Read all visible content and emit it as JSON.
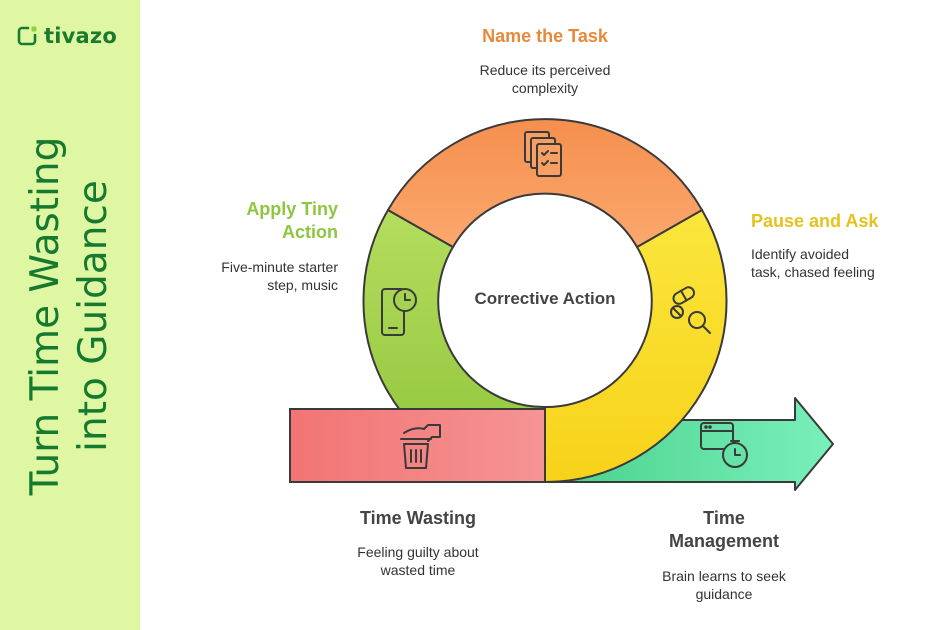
{
  "brand": {
    "name": "tivazo"
  },
  "title": {
    "line1": "Turn Time Wasting",
    "line2": "into Guidance"
  },
  "center": {
    "label": "Corrective Action"
  },
  "steps": {
    "name_task": {
      "title": "Name the Task",
      "desc1": "Reduce its perceived",
      "desc2": "complexity",
      "color": "#e8883a"
    },
    "pause_ask": {
      "title": "Pause and Ask",
      "desc1": "Identify avoided",
      "desc2": "task, chased feeling",
      "color": "#e6c21e"
    },
    "apply_action": {
      "title1": "Apply Tiny",
      "title2": "Action",
      "desc1": "Five-minute starter",
      "desc2": "step, music",
      "color": "#8dc63f"
    }
  },
  "states": {
    "time_wasting": {
      "title": "Time Wasting",
      "desc1": "Feeling guilty about",
      "desc2": "wasted time"
    },
    "time_management": {
      "title1": "Time",
      "title2": "Management",
      "desc1": "Brain learns to seek",
      "desc2": "guidance"
    }
  },
  "colors": {
    "sidebar": "#dff7a3",
    "title": "#157a2f",
    "orange": "#f79a59",
    "yellow": "#fbe22d",
    "green": "#a8d64f",
    "red_bar": "#f07a7a",
    "green_arrow": "#5fe0a0"
  }
}
